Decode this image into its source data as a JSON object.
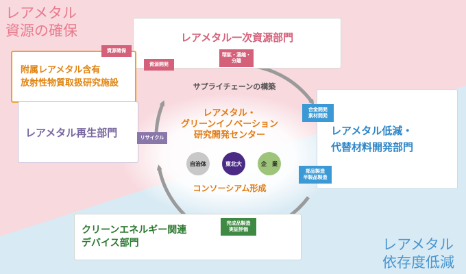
{
  "corners": {
    "top_left": [
      "レアメタル",
      "資源の確保"
    ],
    "bottom_right": [
      "レアメタル",
      "依存度低減"
    ]
  },
  "boxes": {
    "resource": "レアメタル一次資源部門",
    "facility": [
      "附属レアメタル含有",
      "放射性物質取扱研究施設"
    ],
    "recycle": "レアメタル再生部門",
    "substitute": [
      "レアメタル低減・",
      "代替材料開発部門"
    ],
    "device": [
      "クリーンエネルギー関連",
      "デバイス部門"
    ]
  },
  "tags": {
    "securing": "資源確保",
    "development": "資源開発",
    "refining": [
      "精鉱・濃縮・",
      "分離"
    ],
    "alloy": [
      "合金開発",
      "素材開発"
    ],
    "parts": [
      "部品製造",
      "半製品製造"
    ],
    "finished": [
      "完成品製造",
      "実証評価"
    ],
    "recycle": "リサイクル"
  },
  "cycle_label": "サプライチェーンの構築",
  "center": {
    "title": [
      "レアメタル・",
      "グリーンイノベーション",
      "研究開発センター"
    ],
    "partners": [
      "自治体",
      "東北大",
      "企　業"
    ],
    "footer": "コンソーシアム形成"
  },
  "colors": {
    "pink_bg": "#f8d9de",
    "blue_bg": "#d8eaf4",
    "resource": "#d4607a",
    "facility": "#f0a030",
    "recycle": "#8a77aa",
    "substitute": "#3b9ad5",
    "device": "#3f8a42",
    "arrow": "#9a9a9a",
    "partner_1": "#c8c8c8",
    "partner_2": "#4a2a85",
    "partner_3": "#9ec479"
  }
}
